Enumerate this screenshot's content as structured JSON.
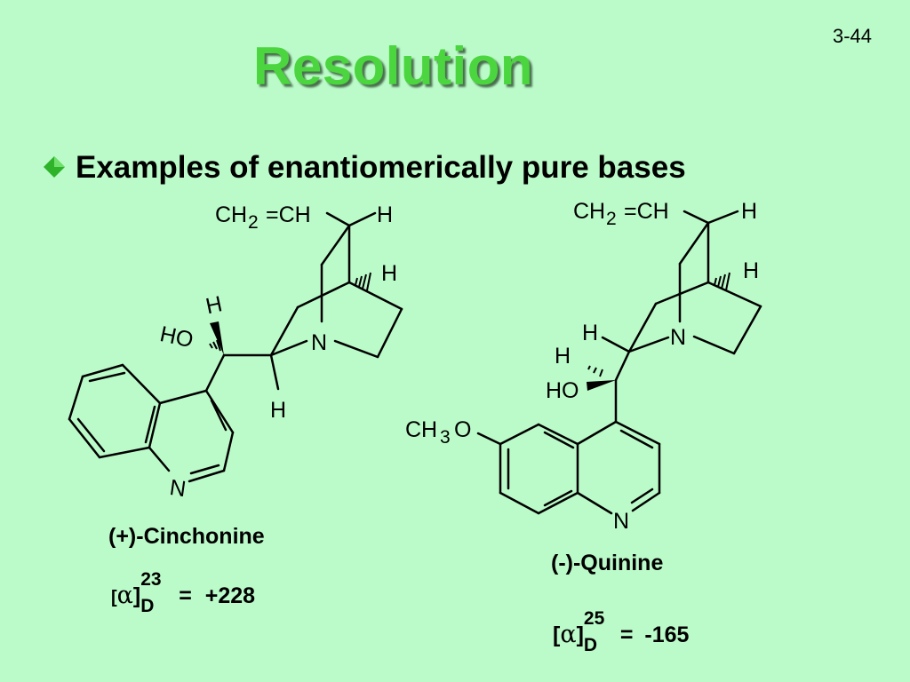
{
  "slide": {
    "number": "3-44",
    "title": "Resolution",
    "bullet_text": "Examples of enantiomerically pure bases",
    "accent_color": "#4bd53e",
    "background_color": "#bbfbc9",
    "bullet_icon": "diamond-bullet-icon"
  },
  "cinchonine": {
    "name": "(+)-Cinchonine",
    "labels": {
      "vinyl_ch2": "CH",
      "vinyl_sub": "2",
      "vinyl_ch": "=CH",
      "h_top": "H",
      "h_bridge": "H",
      "h_carbinol": "H",
      "ho": "HO",
      "n_quinuclidine": "N",
      "h_bottom": "H",
      "n_quinoline": "N"
    },
    "rotation": {
      "open": "[",
      "symbol": "α",
      "close": "]",
      "temperature": "23",
      "line": "D",
      "equals": "=",
      "value": "+228"
    }
  },
  "quinine": {
    "name": "(-)-Quinine",
    "labels": {
      "vinyl_ch2": "CH",
      "vinyl_sub": "2",
      "vinyl_ch": "=CH",
      "h_top": "H",
      "h_bridge": "H",
      "h_ring": "H",
      "n_quinuclidine": "N",
      "h_carbinol": "H",
      "ho": "HO",
      "methoxy_ch": "CH",
      "methoxy_sub": "3",
      "methoxy_o": "O",
      "n_quinoline": "N"
    },
    "rotation": {
      "open": "[",
      "symbol": "α",
      "close": "]",
      "temperature": "25",
      "line": "D",
      "equals": "=",
      "value": "-165"
    }
  }
}
